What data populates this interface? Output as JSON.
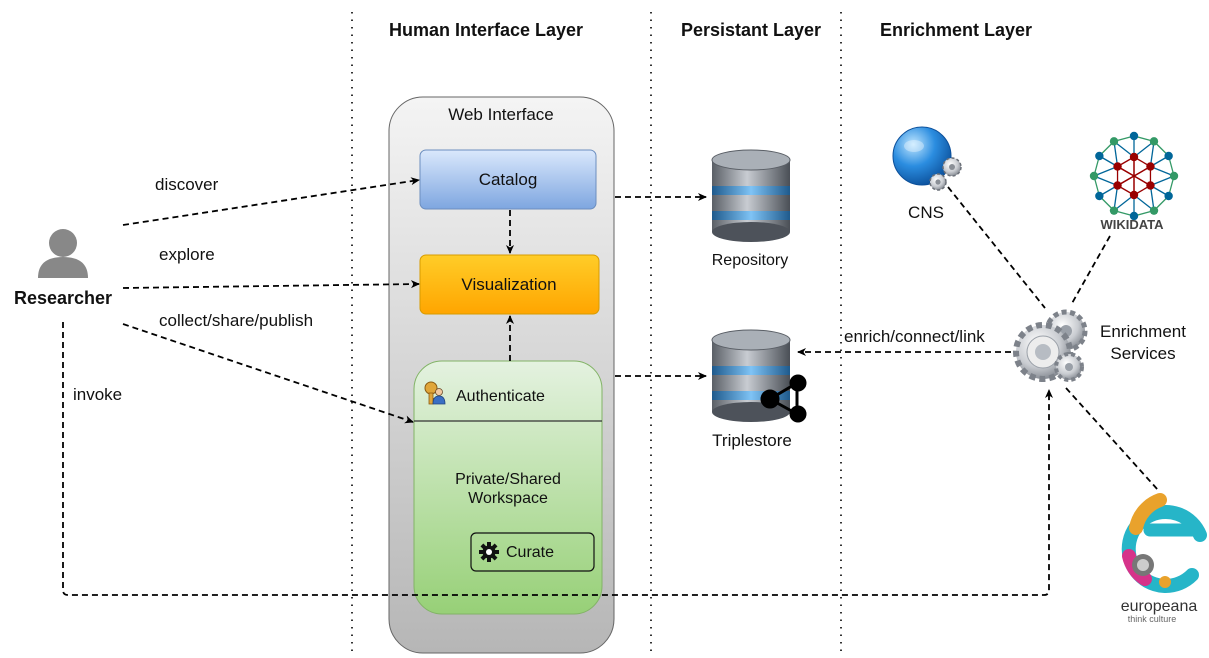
{
  "layers": {
    "human": "Human Interface Layer",
    "persistent": "Persistant Layer",
    "enrichment": "Enrichment Layer"
  },
  "actor": {
    "label": "Researcher"
  },
  "edge_labels": {
    "discover": "discover",
    "explore": "explore",
    "collect": "collect/share/publish",
    "invoke": "invoke",
    "enrich": "enrich/connect/link"
  },
  "web_interface": {
    "title": "Web Interface",
    "catalog": "Catalog",
    "visualization": "Visualization",
    "authenticate": "Authenticate",
    "workspace_line1": "Private/Shared",
    "workspace_line2": "Workspace",
    "curate": "Curate"
  },
  "stores": {
    "repository": "Repository",
    "triplestore": "Triplestore"
  },
  "enrichment": {
    "services_line1": "Enrichment",
    "services_line2": "Services",
    "cns": "CNS",
    "wikidata": "WIKIDATA",
    "europeana": "europeana",
    "europeana_tagline": "think culture"
  },
  "colors": {
    "catalog": "#dae8fc",
    "visualization": "#ffcd28",
    "workspace": "#d5e8d4",
    "web_interface": "#e6e6e6"
  }
}
